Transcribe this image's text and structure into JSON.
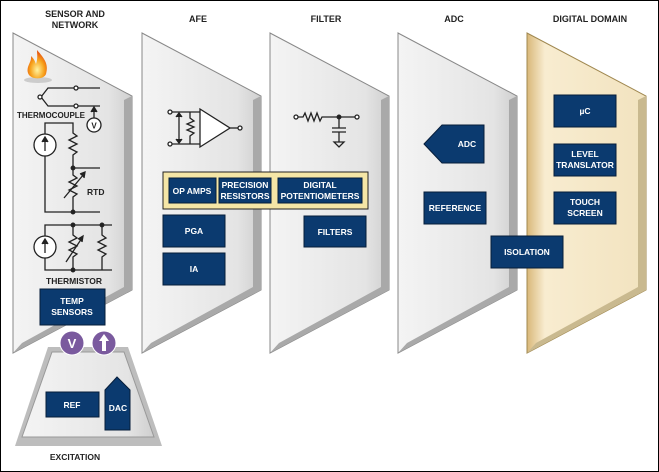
{
  "headers": {
    "sensor_line1": "SENSOR AND",
    "sensor_line2": "NETWORK",
    "afe": "AFE",
    "filter": "FILTER",
    "adc": "ADC",
    "digital": "DIGITAL DOMAIN"
  },
  "sensor": {
    "thermocouple": "THERMOCOUPLE",
    "rtd": "RTD",
    "thermistor": "THERMISTOR",
    "volt_symbol": "V",
    "temp_sensors_line1": "TEMP",
    "temp_sensors_line2": "SENSORS"
  },
  "excitation": {
    "label": "EXCITATION",
    "ref": "REF",
    "dac": "DAC",
    "volt_symbol": "V"
  },
  "afe": {
    "op_amps": "OP AMPS",
    "precision_line1": "PRECISION",
    "precision_line2": "RESISTORS",
    "digipot_line1": "DIGITAL",
    "digipot_line2": "POTENTIOMETERS",
    "pga": "PGA",
    "ia": "IA"
  },
  "filter": {
    "filters": "FILTERS"
  },
  "adc": {
    "adc": "ADC",
    "reference": "REFERENCE",
    "isolation": "ISOLATION"
  },
  "digital": {
    "uc": "µC",
    "level_line1": "LEVEL",
    "level_line2": "TRANSLATOR",
    "touch_line1": "TOUCH",
    "touch_line2": "SCREEN"
  },
  "colors": {
    "box": "#0b3a6f",
    "highlight_bar": "#f5e6a6",
    "excitation_circles": "#7a5a9e",
    "digital_panel": "#f3e2b8"
  }
}
